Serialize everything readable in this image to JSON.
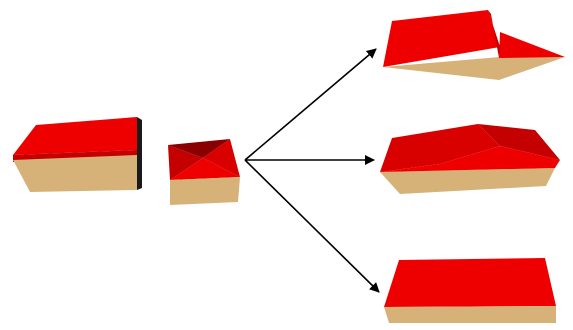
{
  "colors": {
    "background": "#ffffff",
    "roof_red": "#ee0000",
    "roof_dark_red": "#c40000",
    "roof_mid_red": "#d90000",
    "side_tan": "#d6b278",
    "side_tan_dark": "#b49458",
    "side_shadow": "#1a1a1a",
    "arrow": "#000000"
  },
  "diagram": {
    "inputs": [
      "long-block",
      "pyramid-roof-block"
    ],
    "outputs": [
      "skewed-roof-block",
      "faceted-roof-block",
      "flat-roof-block"
    ],
    "arrow_count": 3
  }
}
